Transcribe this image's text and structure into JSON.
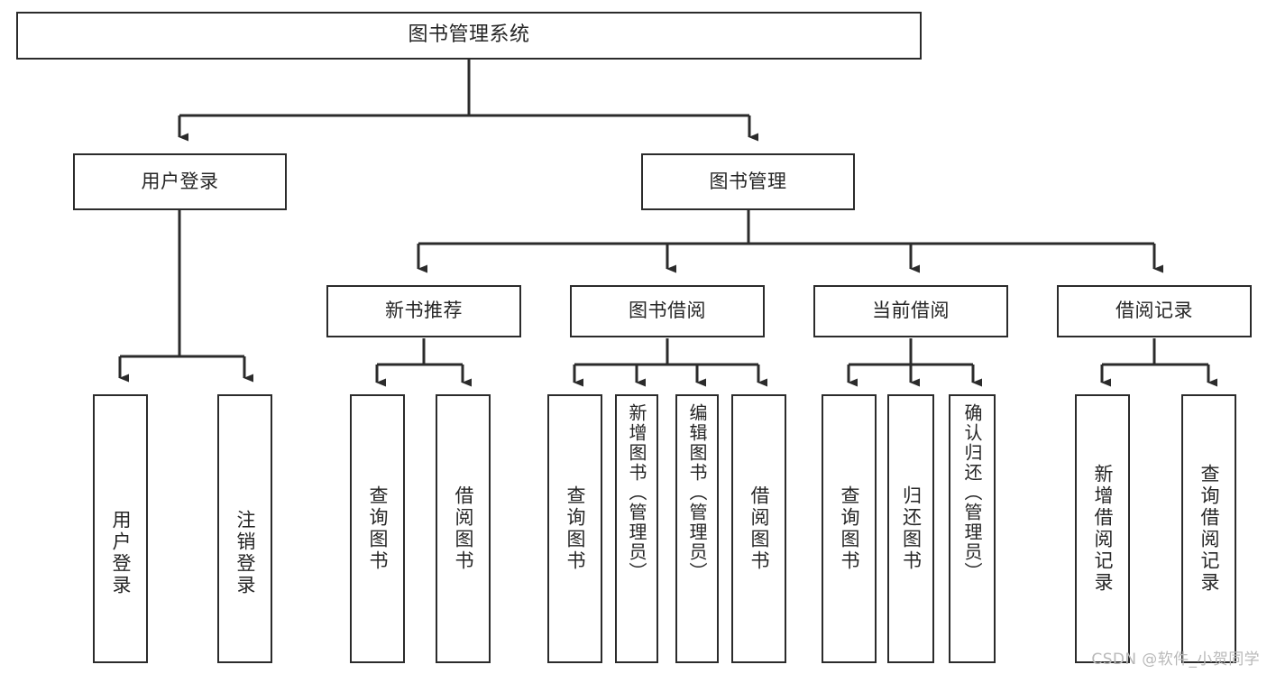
{
  "diagram": {
    "title": "图书管理系统",
    "type": "tree-hierarchy-chart",
    "watermark": "CSDN @软件_小贺同学",
    "colors": {
      "box_border": "#2b2b2b",
      "box_fill": "#ffffff",
      "edge": "#2b2b2b",
      "text": "#262626",
      "watermark": "#b9b9b9"
    },
    "nodes": {
      "root": {
        "label": "图书管理系统"
      },
      "tier2": [
        {
          "id": "user-login",
          "label": "用户登录"
        },
        {
          "id": "book-manage",
          "label": "图书管理"
        }
      ],
      "tier3": [
        {
          "id": "new-book-recommend",
          "label": "新书推荐"
        },
        {
          "id": "book-borrow",
          "label": "图书借阅"
        },
        {
          "id": "current-borrow",
          "label": "当前借阅"
        },
        {
          "id": "borrow-record",
          "label": "借阅记录"
        }
      ],
      "leaves": {
        "user_login": [
          {
            "id": "leaf-user-login",
            "label": "用户登录"
          },
          {
            "id": "leaf-logout-login",
            "label": "注销登录"
          }
        ],
        "new_book_recommend": [
          {
            "id": "leaf-query-book-1",
            "label": "查询图书"
          },
          {
            "id": "leaf-borrow-book-1",
            "label": "借阅图书"
          }
        ],
        "book_borrow": [
          {
            "id": "leaf-query-book-2",
            "label": "查询图书"
          },
          {
            "id": "leaf-add-book",
            "label": "新增图书（管理员）"
          },
          {
            "id": "leaf-edit-book",
            "label": "编辑图书（管理员）"
          },
          {
            "id": "leaf-borrow-book-2",
            "label": "借阅图书"
          }
        ],
        "current_borrow": [
          {
            "id": "leaf-query-book-3",
            "label": "查询图书"
          },
          {
            "id": "leaf-return-book",
            "label": "归还图书"
          },
          {
            "id": "leaf-confirm-return",
            "label": "确认归还（管理员）"
          }
        ],
        "borrow_record": [
          {
            "id": "leaf-add-record",
            "label": "新增借阅记录"
          },
          {
            "id": "leaf-query-record",
            "label": "查询借阅记录"
          }
        ]
      }
    }
  }
}
